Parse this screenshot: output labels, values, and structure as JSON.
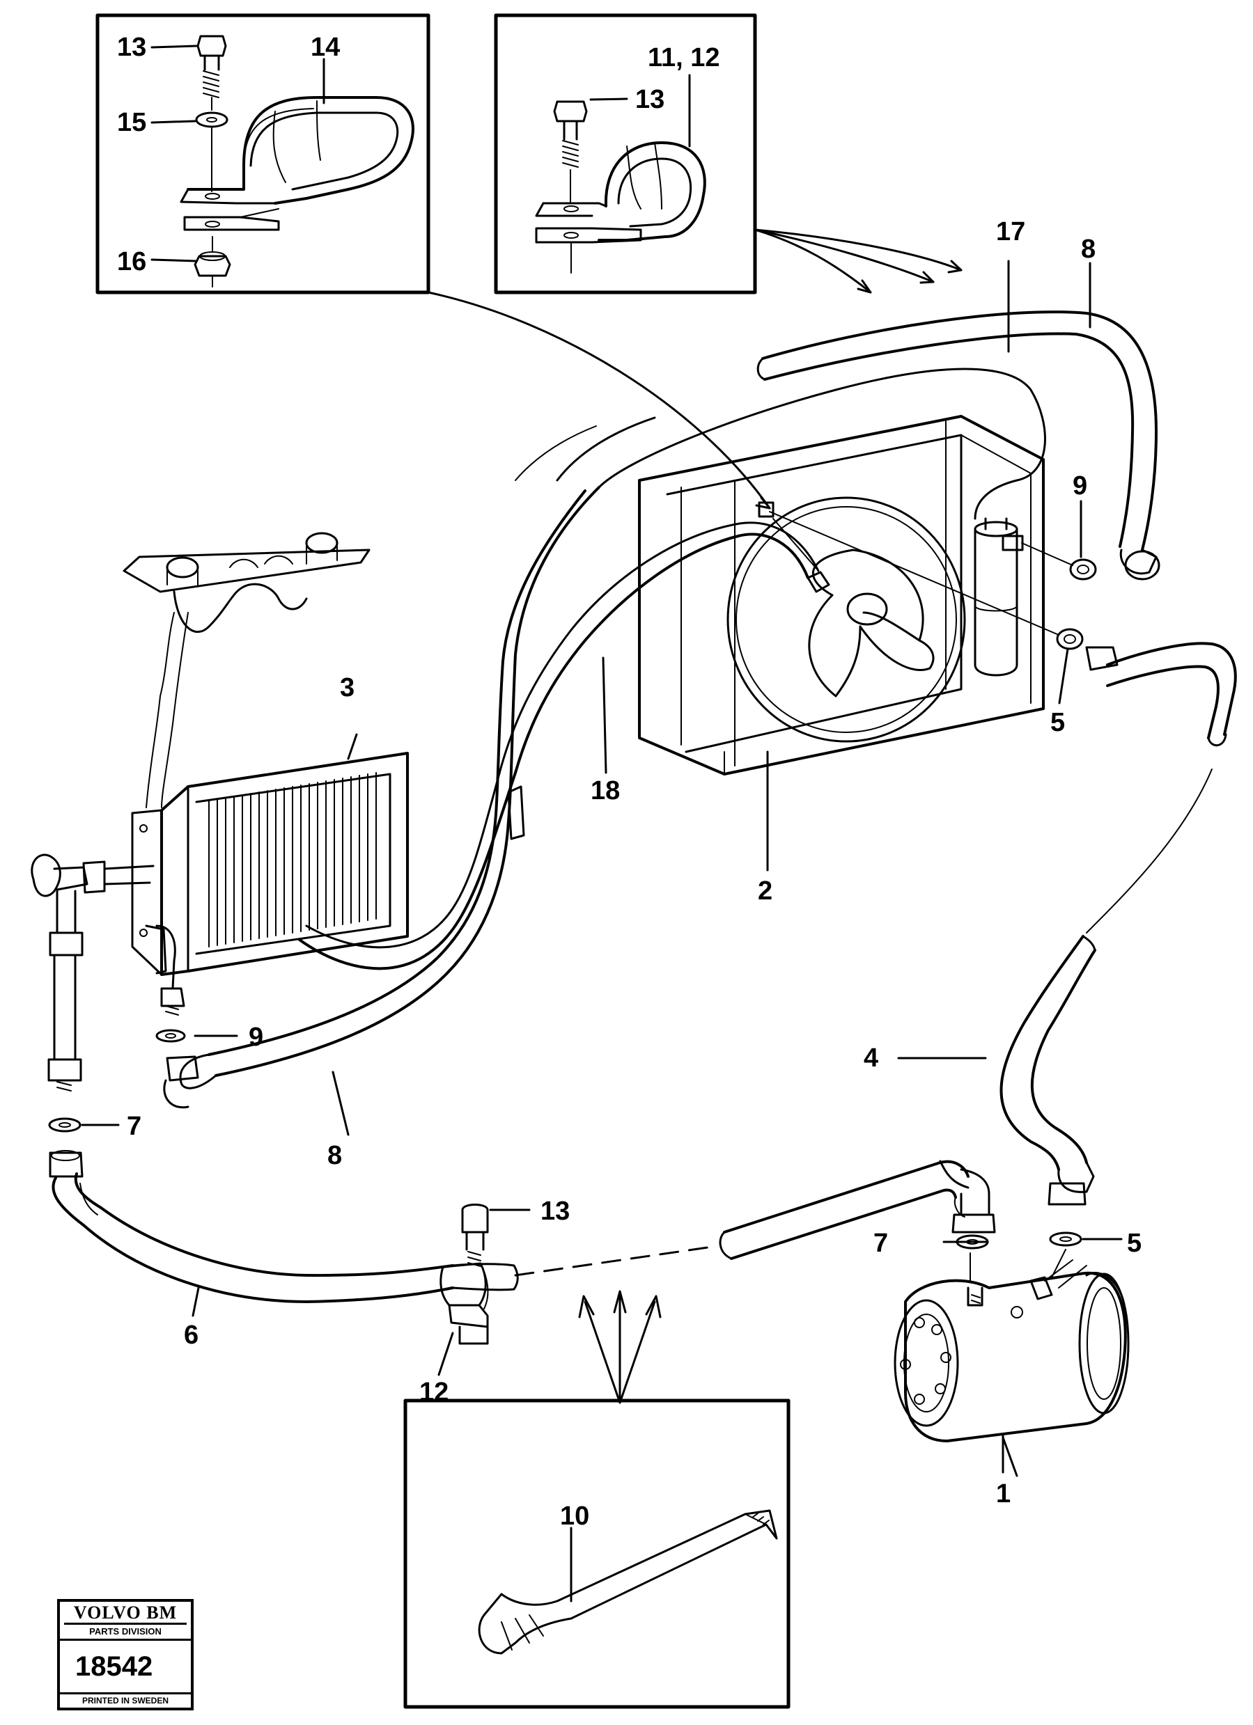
{
  "stamp": {
    "brand": "VOLVO BM",
    "division": "PARTS DIVISION",
    "number": "18542",
    "printed": "PRINTED IN SWEDEN"
  },
  "callouts": {
    "inset_a_13": "13",
    "inset_a_14": "14",
    "inset_a_15": "15",
    "inset_a_16": "16",
    "inset_b_11_12": "11, 12",
    "inset_b_13": "13",
    "c1": "1",
    "c2": "2",
    "c3": "3",
    "c4": "4",
    "c5_upper": "5",
    "c5_lower": "5",
    "c6": "6",
    "c7_left": "7",
    "c7_right": "7",
    "c8_upper": "8",
    "c8_lower": "8",
    "c9_upper": "9",
    "c9_lower": "9",
    "c10": "10",
    "c12": "12",
    "c13_clamp": "13",
    "c17": "17",
    "c18": "18"
  }
}
